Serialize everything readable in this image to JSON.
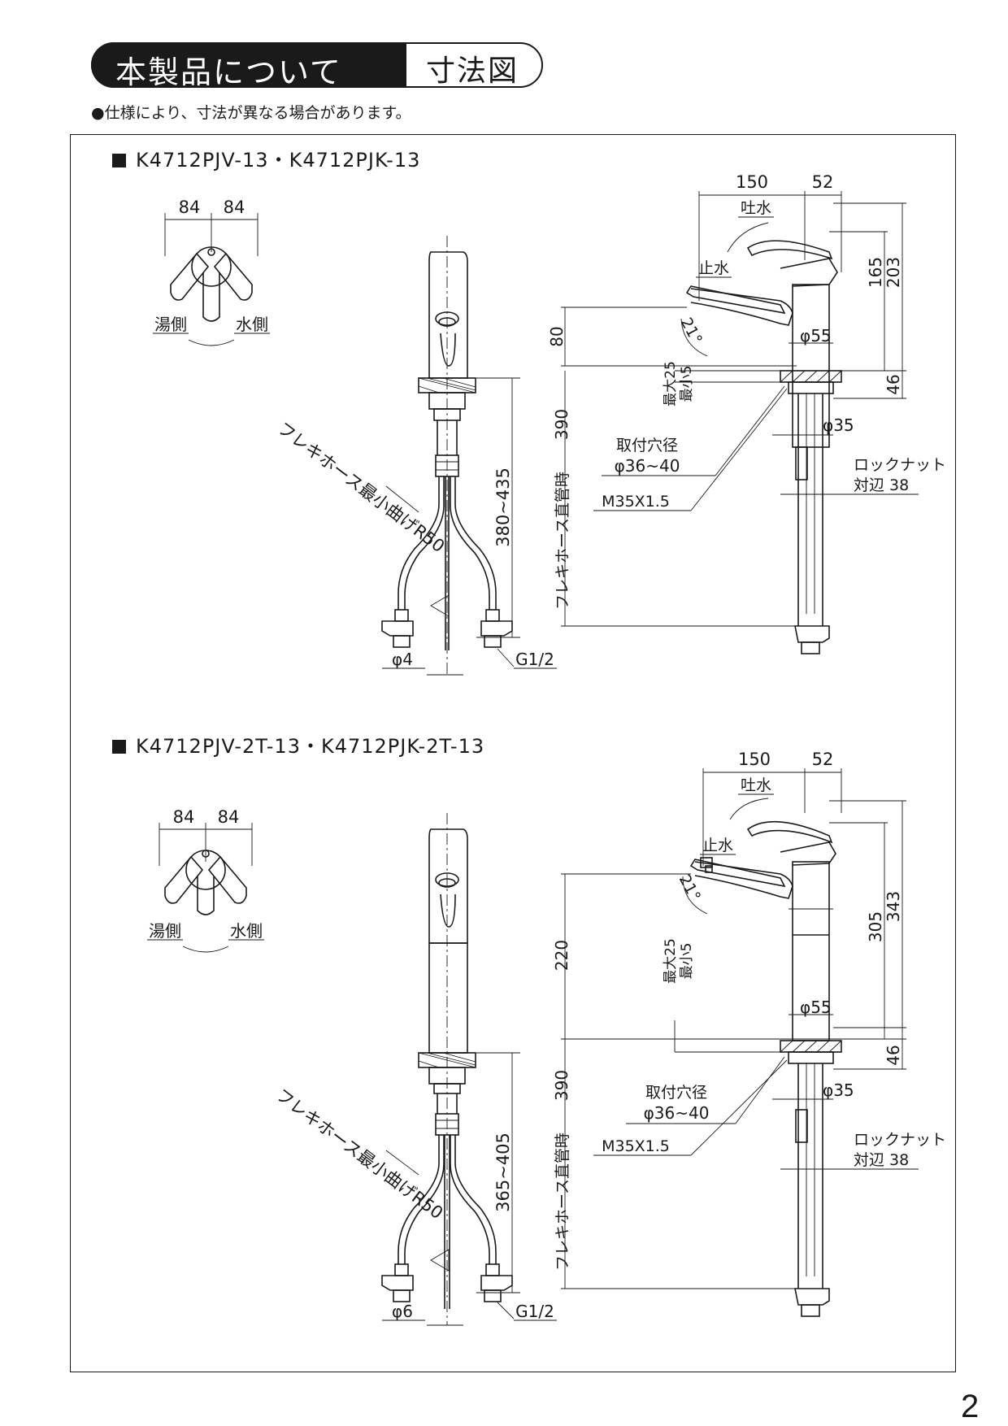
{
  "header": {
    "title": "本製品について",
    "subtitle": "寸法図"
  },
  "note": "●仕様により、寸法が異なる場合があります。",
  "sections": [
    {
      "model": "K4712PJV-13・K4712PJK-13",
      "top": {
        "left": "84",
        "right": "84",
        "hot": "湯側",
        "cold": "水側"
      },
      "front": {
        "hose": "フレキホース最小曲げR50",
        "height": "380~435",
        "pipe": "φ4",
        "thread": "G1/2"
      },
      "side": {
        "w1": "150",
        "w2": "52",
        "spout": "吐水",
        "stop": "止水",
        "angle": "21°",
        "rise": "80",
        "h1": "165",
        "h2": "203",
        "dia": "φ55",
        "counter": "46",
        "counter_max": "最大25",
        "counter_min": "最小5",
        "hose_len": "390",
        "hose_label": "フレキホース直管時",
        "shank": "φ35",
        "hole_label": "取付穴径",
        "hole": "φ36~40",
        "nut_label": "ロックナット",
        "nut": "対辺 38",
        "screw": "M35X1.5"
      }
    },
    {
      "model": "K4712PJV-2T-13・K4712PJK-2T-13",
      "top": {
        "left": "84",
        "right": "84",
        "hot": "湯側",
        "cold": "水側"
      },
      "front": {
        "hose": "フレキホース最小曲げR50",
        "height": "365~405",
        "pipe": "φ6",
        "thread": "G1/2"
      },
      "side": {
        "w1": "150",
        "w2": "52",
        "spout": "吐水",
        "stop": "止水",
        "angle": "21°",
        "rise": "220",
        "h1": "305",
        "h2": "343",
        "dia": "φ55",
        "counter": "46",
        "counter_max": "最大25",
        "counter_min": "最小5",
        "hose_len": "390",
        "hose_label": "フレキホース直管時",
        "shank": "φ35",
        "hole_label": "取付穴径",
        "hole": "φ36~40",
        "nut_label": "ロックナット",
        "nut": "対辺 38",
        "screw": "M35X1.5"
      }
    }
  ],
  "page_number": "2"
}
